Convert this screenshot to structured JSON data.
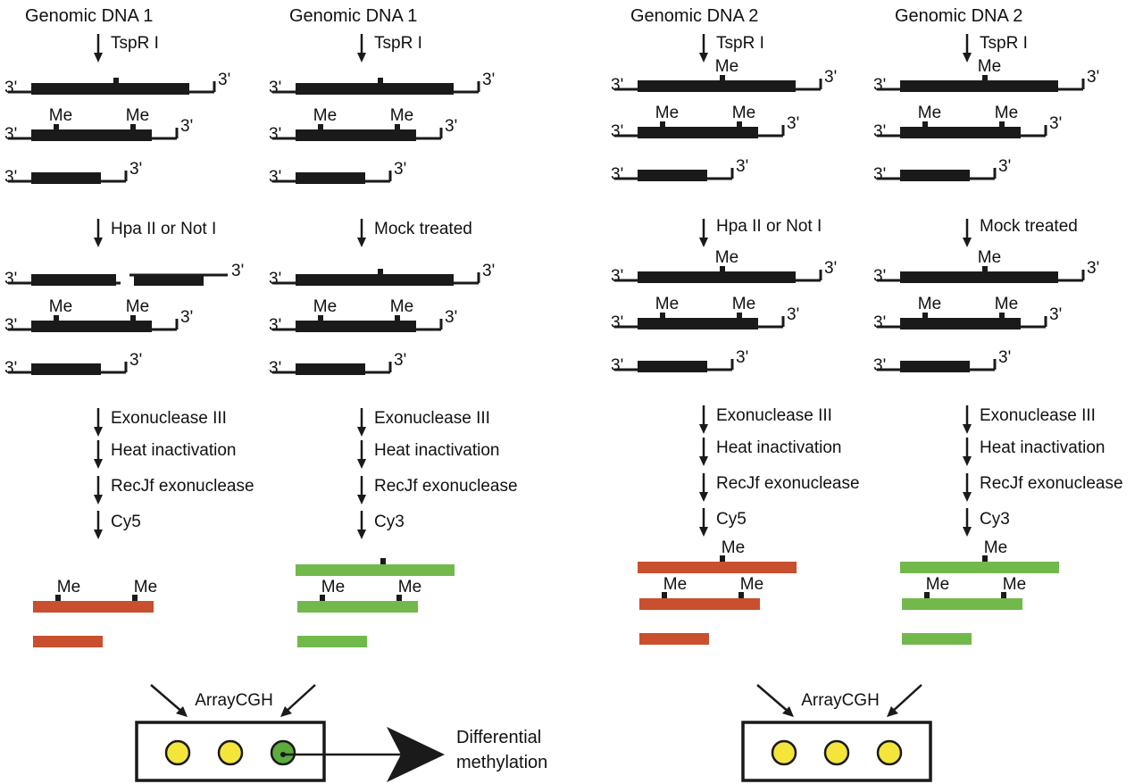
{
  "colors": {
    "dna": "#1a1a1a",
    "cy5": "#c8502e",
    "cy3": "#72b94c",
    "spot_yellow": "#f4e53a",
    "spot_green": "#5bac3d"
  },
  "labels": {
    "prime3": "3'",
    "me": "Me",
    "array": "ArrayCGH",
    "differential": [
      "Differential",
      "methylation"
    ]
  },
  "columns": [
    {
      "title": "Genomic DNA 1",
      "step1": "TspR I",
      "step2": "Hpa II or Not I",
      "dye": "Cy5",
      "dye_color": "cy5",
      "cut": true,
      "top_me": false,
      "probe_top": false
    },
    {
      "title": "Genomic DNA 1",
      "step1": "TspR I",
      "step2": "Mock treated",
      "dye": "Cy3",
      "dye_color": "cy3",
      "cut": false,
      "top_me": false,
      "probe_top": true
    },
    {
      "title": "Genomic DNA 2",
      "step1": "TspR I",
      "step2": "Hpa II or Not I",
      "dye": "Cy5",
      "dye_color": "cy5",
      "cut": false,
      "top_me": true,
      "probe_top": true
    },
    {
      "title": "Genomic DNA 2",
      "step1": "TspR I",
      "step2": "Mock treated",
      "dye": "Cy3",
      "dye_color": "cy3",
      "cut": false,
      "top_me": true,
      "probe_top": true
    }
  ],
  "common_steps": [
    "Exonuclease III",
    "Heat inactivation",
    "RecJf exonuclease"
  ],
  "arrays": [
    {
      "spots": [
        "spot_yellow",
        "spot_yellow",
        "spot_green"
      ],
      "differential": true
    },
    {
      "spots": [
        "spot_yellow",
        "spot_yellow",
        "spot_yellow"
      ],
      "differential": false
    }
  ]
}
